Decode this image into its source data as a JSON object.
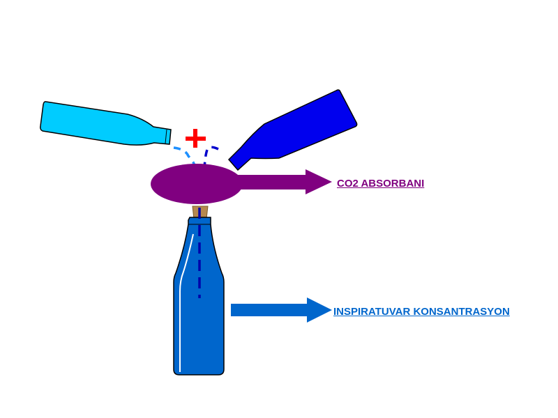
{
  "labels": {
    "co2_absorbent": "CO2 ABSORBANI",
    "inspiratory_concentration": "INSPIRATUVAR KONSANTRASYON"
  },
  "colors": {
    "light_bottle": "#00ccff",
    "dark_bottle": "#0000ee",
    "absorbent": "#800080",
    "main_bottle": "#0066cc",
    "cork": "#b5894f",
    "plus_sign": "#ff0000",
    "co2_label": "#800080",
    "inspiratory_label": "#0066cc"
  },
  "icons": {
    "plus": "plus-sign"
  }
}
